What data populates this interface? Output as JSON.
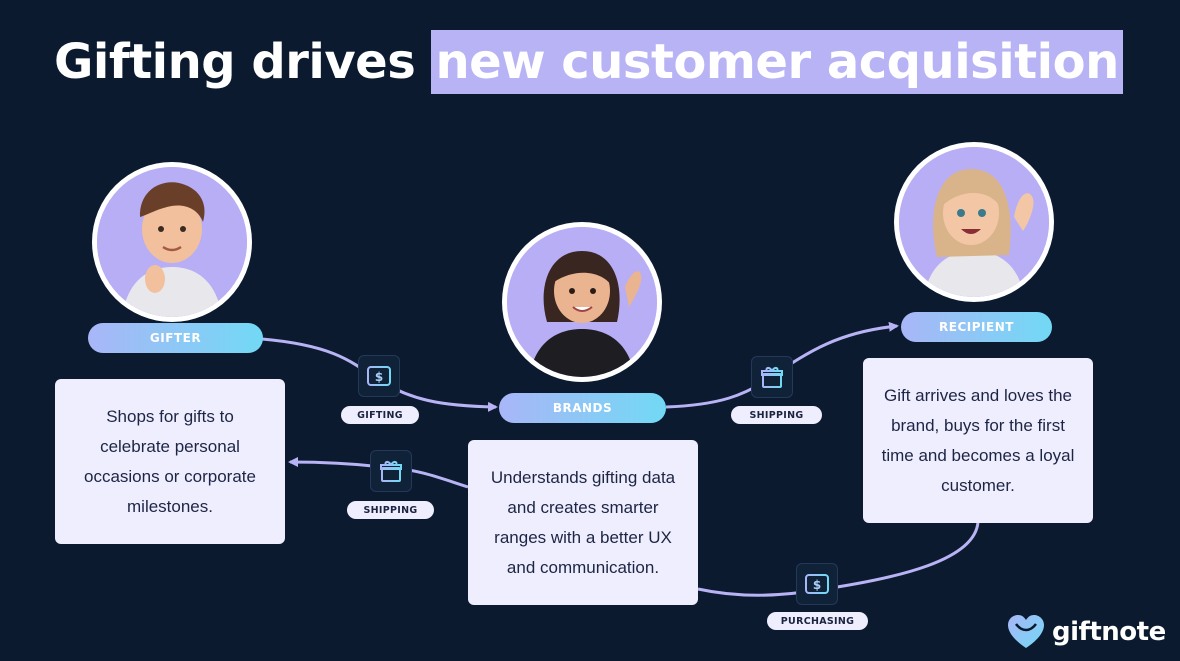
{
  "title": {
    "plain": "Gifting drives ",
    "highlight": "new customer acquisition"
  },
  "nodes": {
    "gifter": {
      "label": "GIFTER",
      "description": "Shops for gifts to celebrate personal occasions or corporate milestones."
    },
    "brands": {
      "label": "BRANDS",
      "description": "Understands gifting data and creates smarter ranges with a better UX and communication."
    },
    "recipient": {
      "label": "RECIPIENT",
      "description": "Gift arrives and loves the brand, buys for the first time and becomes a loyal customer."
    }
  },
  "edges": {
    "gifting": {
      "label": "GIFTING",
      "icon": "dollar-card-icon"
    },
    "shipping_top": {
      "label": "SHIPPING",
      "icon": "gift-icon"
    },
    "shipping_bottom": {
      "label": "SHIPPING",
      "icon": "gift-icon"
    },
    "purchasing": {
      "label": "PURCHASING",
      "icon": "dollar-card-icon"
    }
  },
  "brand": {
    "name": "giftnote",
    "icon": "heart-logo-icon"
  },
  "colors": {
    "background": "#0b1a2e",
    "accent": "#b8b3f5",
    "card": "#efeefe",
    "pill_start": "#a9b6f7",
    "pill_end": "#72d9f5"
  }
}
